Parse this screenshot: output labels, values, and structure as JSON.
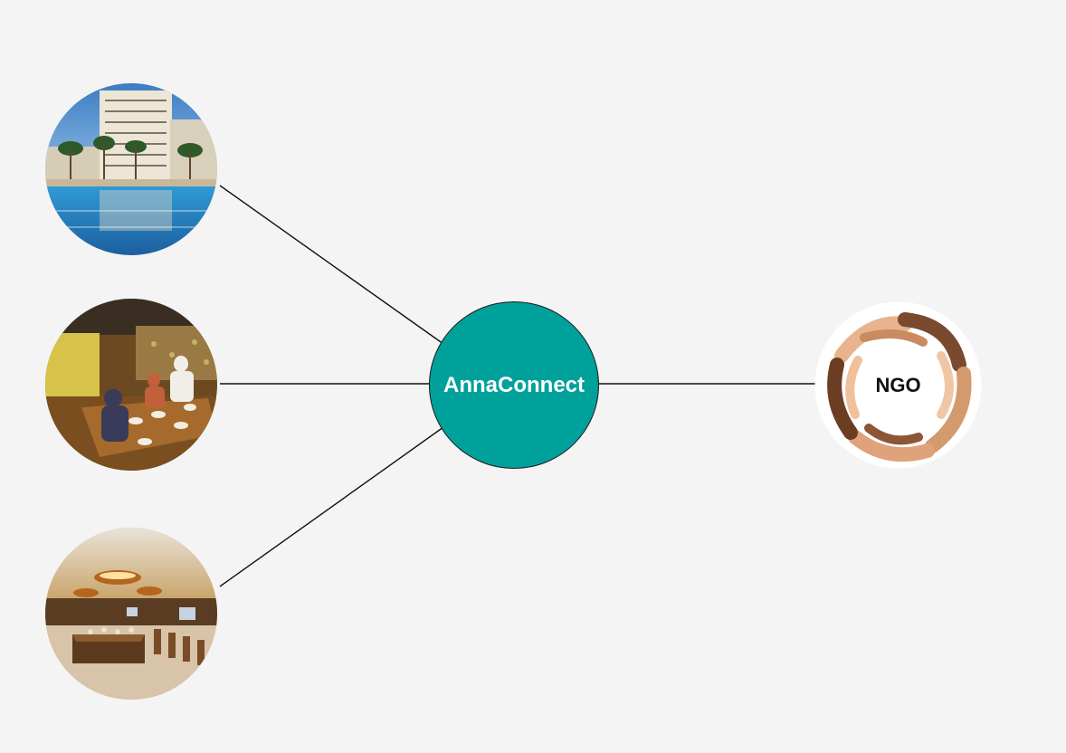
{
  "diagram": {
    "hub": {
      "label": "AnnaConnect",
      "color": "#00a19b"
    },
    "sources": [
      {
        "icon": "hotel-pool-photo"
      },
      {
        "icon": "restaurant-dining-photo"
      },
      {
        "icon": "buffet-hall-photo"
      }
    ],
    "target": {
      "label": "NGO",
      "icon": "hands-circle-icon"
    },
    "colors": {
      "background": "#f4f4f4",
      "edge": "#111111"
    }
  }
}
